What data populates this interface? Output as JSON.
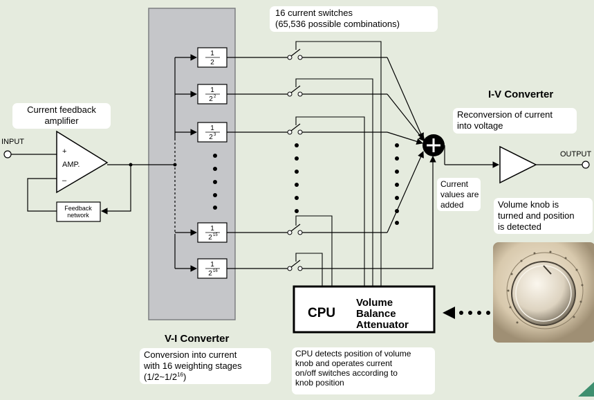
{
  "input": {
    "label": "INPUT"
  },
  "output": {
    "label": "OUTPUT"
  },
  "amp": {
    "plus": "+",
    "minus": "–",
    "label": "AMP.",
    "callout": [
      "Current feedback",
      "amplifier"
    ]
  },
  "feedback": {
    "lines": [
      "Feedback",
      "network"
    ]
  },
  "vi": {
    "title": "V-I Converter",
    "callout": [
      "Conversion into current",
      "with 16 weighting stages",
      "(1/2~1/2",
      "16",
      ")"
    ],
    "stages": [
      {
        "num": "1",
        "den": "2",
        "exp": ""
      },
      {
        "num": "1",
        "den": "2",
        "exp": "2"
      },
      {
        "num": "1",
        "den": "2",
        "exp": "3"
      },
      {
        "num": "1",
        "den": "2",
        "exp": "15"
      },
      {
        "num": "1",
        "den": "2",
        "exp": "16"
      }
    ]
  },
  "switches": {
    "callout": [
      "16 current switches",
      "(65,536 possible combinations)"
    ]
  },
  "sum": {
    "callout": [
      "Current",
      "values are",
      "added"
    ]
  },
  "iv": {
    "title": "I-V Converter",
    "callout": [
      "Reconversion of current",
      "into voltage"
    ]
  },
  "cpu": {
    "label": "CPU",
    "functions": [
      "Volume",
      "Balance",
      "Attenuator"
    ],
    "callout": [
      "CPU detects position of volume",
      "knob and operates current",
      "on/off switches according to",
      "knob position"
    ]
  },
  "knob": {
    "callout": [
      "Volume knob is",
      "turned and position",
      "is detected"
    ]
  },
  "colors": {
    "background": "#e5ebde",
    "converter_panel": "#c5c6c9",
    "callout": "#ffffff",
    "line": "#000000"
  }
}
